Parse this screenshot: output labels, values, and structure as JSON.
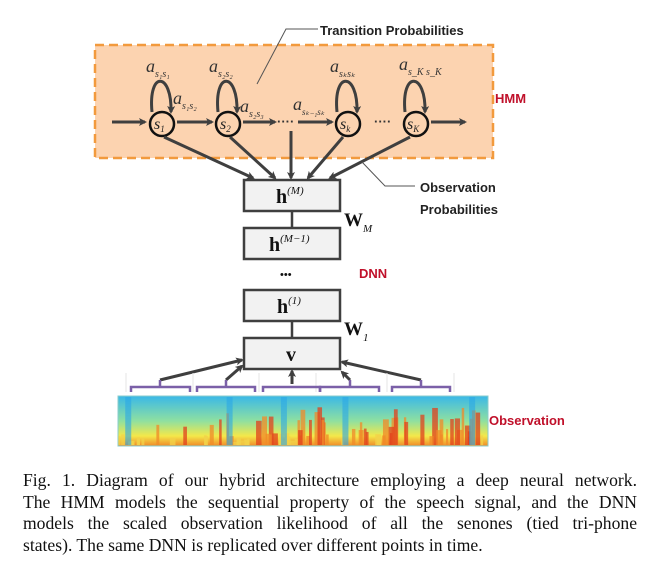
{
  "colors": {
    "hmm_fill": "#fcd3b0",
    "hmm_border": "#f29a3d",
    "label_red": "#c0102a",
    "arrow": "#3f3f3f",
    "box_fill": "#f2f2f2",
    "bracket": "#7b60a8"
  },
  "labels": {
    "transition": "Transition Probabilities",
    "observation_prob_line1": "Observation",
    "observation_prob_line2": "Probabilities",
    "hmm": "HMM",
    "dnn": "DNN",
    "observation": "Observation"
  },
  "hmm": {
    "states": [
      {
        "base": "s",
        "sub": "1"
      },
      {
        "base": "s",
        "sub": "2"
      },
      {
        "base": "s",
        "sub": "k"
      },
      {
        "base": "s",
        "sub": "K"
      }
    ],
    "self_loops": [
      {
        "base": "a",
        "sub": "s1s1"
      },
      {
        "base": "a",
        "sub": "s2s2"
      },
      {
        "base": "a",
        "sub": "sksk"
      },
      {
        "base": "a",
        "sub": "sKsK"
      }
    ],
    "transitions": [
      {
        "base": "a",
        "sub": "s1s2"
      },
      {
        "base": "a",
        "sub": "s2s3"
      },
      {
        "base": "a",
        "sub": "sk-1sk"
      }
    ],
    "ellipsis": "····"
  },
  "dnn": {
    "layers": [
      {
        "base": "h",
        "sup": "(M)"
      },
      {
        "base": "h",
        "sup": "(M−1)"
      },
      {
        "base": "h",
        "sup": "(1)"
      },
      {
        "base": "v",
        "sup": ""
      }
    ],
    "weights": [
      {
        "base": "W",
        "sub": "M"
      },
      {
        "base": "W",
        "sub": "1"
      }
    ],
    "vertical_ellipsis": "•••"
  },
  "caption": {
    "lines": [
      "Fig. 1.   Diagram of our hybrid architecture employing a deep neural network.",
      "The HMM models the sequential property of the speech signal, and the DNN",
      "models the scaled observation likelihood of all the senones (tied tri-phone",
      "states). The same DNN is replicated over different points in time."
    ]
  }
}
